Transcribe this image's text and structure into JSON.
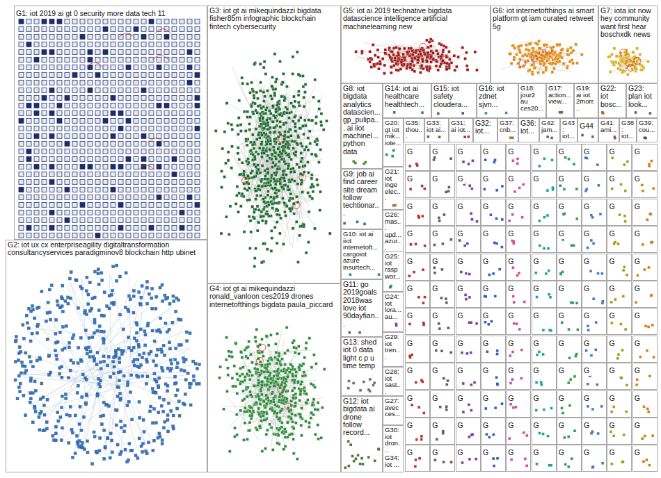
{
  "diagram": {
    "nodes": [
      {
        "text": [
          "G1: iot 2019 ai gt 0 security more data tech 11"
        ]
      },
      {
        "text": [
          "G3: iot gt ai mikequindazzi bigdata fisher85m infographic blockchain fintech cybersecurity"
        ]
      },
      {
        "text": [
          "G5: iot ai 2019 technative bigdata datascience intelligence artificial machinelearning new"
        ]
      },
      {
        "text": [
          "G6: iot internetofthings ai smart platform gt iam curated retweet 5g"
        ]
      },
      {
        "text": [
          "G7: iota iot now hey community want first hear boschxdk news"
        ]
      },
      {
        "text": [
          "G8: iot bigdata analytics datascien... gp_pulipa... ai iiot machinel... python data"
        ]
      },
      {
        "text": [
          "G14: iot ai healthcare healthtech..."
        ]
      },
      {
        "text": [
          "G15: iot safety cloudera..."
        ]
      },
      {
        "text": [
          "G16: iot zdnet sjvn..."
        ]
      },
      {
        "text": [
          "G18: jour2 au ces20..."
        ]
      },
      {
        "text": [
          "G17: action... view..."
        ]
      },
      {
        "text": [
          "G19: ai iot 2morr..."
        ]
      },
      {
        "text": [
          "G22: iot bosc..."
        ]
      },
      {
        "text": [
          "G23: plan iot look..."
        ]
      },
      {
        "text": [
          "G20: gt iot mik... iote..."
        ]
      },
      {
        "text": [
          "G35: thou..."
        ]
      },
      {
        "text": [
          "G33: iot ai..."
        ]
      },
      {
        "text": [
          "G31: ai iot..."
        ]
      },
      {
        "text": [
          "G32: iot..."
        ]
      },
      {
        "text": [
          "G37: cnb..."
        ]
      },
      {
        "text": [
          "G36: iot..."
        ]
      },
      {
        "text": [
          "G42: jam..."
        ]
      },
      {
        "text": [
          "G43: iot..."
        ]
      },
      {
        "text": [
          "G44"
        ]
      },
      {
        "text": [
          "G41: ami..."
        ]
      },
      {
        "text": [
          "G38: iot..."
        ]
      },
      {
        "text": [
          "G39: cou..."
        ]
      },
      {
        "text": [
          "G9: job ai find career site dream follow techtionar..."
        ]
      },
      {
        "text": [
          "G10: iot ai iiot internetoft... cargoiot azure insurtech..."
        ]
      },
      {
        "text": [
          "G11: go 2019goals 2018was love iot 90dayfian..."
        ]
      },
      {
        "text": [
          "G13: shed iot 0 data light c p u time temp"
        ]
      },
      {
        "text": [
          "G12: iot bigdata ai drone follow record..."
        ]
      },
      {
        "text": [
          "G21: iot inge elec..."
        ]
      },
      {
        "text": [
          "G26: mas... upd... azur..."
        ]
      },
      {
        "text": [
          "G25: iot rasp wor..."
        ]
      },
      {
        "text": [
          "G24: iot lora... au..."
        ]
      },
      {
        "text": [
          "G29: iot tren..."
        ]
      },
      {
        "text": [
          "G28: iot sast..."
        ]
      },
      {
        "text": [
          "G27: avec ces..."
        ]
      },
      {
        "text": [
          "G30: iot dron..."
        ]
      },
      {
        "text": [
          "G34: iot ..."
        ]
      },
      {
        "text": [
          "G4: iot gt ai mikequindazzi ronald_vanloon ces2019 drones internetofthings bigdata paula_piccard"
        ]
      },
      {
        "text": [
          "G2: iot ux cx enterpriseagility digitaltransformation consultancyservices paradigminov8 blockchain http ubinet"
        ]
      },
      {
        "text": [
          "G"
        ]
      },
      {
        "text": [
          "G"
        ]
      },
      {
        "text": [
          "G"
        ]
      },
      {
        "text": [
          "G"
        ]
      },
      {
        "text": [
          "G"
        ]
      },
      {
        "text": [
          "G"
        ]
      },
      {
        "text": [
          "G"
        ]
      },
      {
        "text": [
          "G"
        ]
      },
      {
        "text": [
          "G"
        ]
      },
      {
        "text": [
          "G"
        ]
      },
      {
        "text": [
          "G"
        ]
      },
      {
        "text": [
          "G"
        ]
      },
      {
        "text": [
          "G"
        ]
      },
      {
        "text": [
          "G"
        ]
      },
      {
        "text": [
          "G"
        ]
      },
      {
        "text": [
          "G"
        ]
      },
      {
        "text": [
          "G"
        ]
      },
      {
        "text": [
          "G"
        ]
      },
      {
        "text": [
          "G"
        ]
      },
      {
        "text": [
          "G"
        ]
      },
      {
        "text": [
          "G"
        ]
      },
      {
        "text": [
          "G"
        ]
      },
      {
        "text": [
          "G"
        ]
      },
      {
        "text": [
          "G"
        ]
      },
      {
        "text": [
          "G"
        ]
      },
      {
        "text": [
          "G"
        ]
      },
      {
        "text": [
          "G"
        ]
      },
      {
        "text": [
          "G"
        ]
      },
      {
        "text": [
          "G"
        ]
      },
      {
        "text": [
          "G"
        ]
      },
      {
        "text": [
          "G"
        ]
      },
      {
        "text": [
          "G"
        ]
      },
      {
        "text": [
          "G"
        ]
      },
      {
        "text": [
          "G"
        ]
      },
      {
        "text": [
          "G"
        ]
      },
      {
        "text": [
          "G"
        ]
      },
      {
        "text": [
          "G"
        ]
      },
      {
        "text": [
          "G"
        ]
      },
      {
        "text": [
          "G"
        ]
      },
      {
        "text": [
          "G"
        ]
      },
      {
        "text": [
          "G"
        ]
      },
      {
        "text": [
          "G"
        ]
      },
      {
        "text": [
          "G"
        ]
      },
      {
        "text": [
          "G"
        ]
      },
      {
        "text": [
          "G"
        ]
      },
      {
        "text": [
          "G"
        ]
      },
      {
        "text": [
          "G"
        ]
      },
      {
        "text": [
          "G"
        ]
      },
      {
        "text": [
          "G"
        ]
      },
      {
        "text": [
          "G"
        ]
      },
      {
        "text": [
          "G"
        ]
      },
      {
        "text": [
          "G"
        ]
      },
      {
        "text": [
          "G"
        ]
      },
      {
        "text": [
          "G"
        ]
      },
      {
        "text": [
          "G"
        ]
      },
      {
        "text": [
          "G"
        ]
      },
      {
        "text": [
          "G"
        ]
      },
      {
        "text": [
          "G"
        ]
      },
      {
        "text": [
          "G"
        ]
      },
      {
        "text": [
          "G"
        ]
      },
      {
        "text": [
          "G"
        ]
      },
      {
        "text": [
          "G"
        ]
      },
      {
        "text": [
          "G"
        ]
      },
      {
        "text": [
          "G"
        ]
      },
      {
        "text": [
          "G"
        ]
      },
      {
        "text": [
          "G"
        ]
      },
      {
        "text": [
          "G"
        ]
      },
      {
        "text": [
          "G"
        ]
      },
      {
        "text": [
          "G"
        ]
      },
      {
        "text": [
          "G"
        ]
      },
      {
        "text": [
          "G"
        ]
      },
      {
        "text": [
          "G"
        ]
      },
      {
        "text": [
          "G"
        ]
      },
      {
        "text": [
          "G"
        ]
      },
      {
        "text": [
          "G"
        ]
      },
      {
        "text": [
          "G"
        ]
      },
      {
        "text": [
          "G"
        ]
      },
      {
        "text": [
          "G"
        ]
      },
      {
        "text": [
          "G"
        ]
      },
      {
        "text": [
          "G"
        ]
      },
      {
        "text": [
          "G"
        ]
      },
      {
        "text": [
          "G"
        ]
      },
      {
        "text": [
          "G"
        ]
      },
      {
        "text": [
          "G"
        ]
      },
      {
        "text": [
          "G"
        ]
      },
      {
        "text": [
          "G"
        ]
      },
      {
        "text": [
          "G"
        ]
      },
      {
        "text": [
          "G"
        ]
      },
      {
        "text": [
          "G"
        ]
      },
      {
        "text": [
          "G"
        ]
      },
      {
        "text": [
          "G"
        ]
      },
      {
        "text": [
          "G"
        ]
      },
      {
        "text": [
          "G"
        ]
      },
      {
        "text": [
          "G"
        ]
      },
      {
        "text": [
          "G"
        ]
      },
      {
        "text": [
          "G"
        ]
      },
      {
        "text": [
          "G"
        ]
      },
      {
        "text": [
          "G"
        ]
      },
      {
        "text": [
          "G"
        ]
      },
      {
        "text": [
          "G"
        ]
      },
      {
        "text": [
          "G"
        ]
      },
      {
        "text": [
          "G"
        ]
      },
      {
        "text": [
          "G"
        ]
      },
      {
        "text": [
          "G"
        ]
      },
      {
        "text": [
          "G"
        ]
      },
      {
        "text": [
          "G"
        ]
      },
      {
        "text": [
          "G"
        ]
      },
      {
        "text": [
          "G"
        ]
      },
      {
        "text": [
          "G"
        ]
      },
      {
        "text": [
          "G"
        ]
      },
      {
        "text": [
          "G"
        ]
      },
      {
        "text": [
          "G"
        ]
      },
      {
        "text": [
          "G"
        ]
      },
      {
        "text": [
          "G"
        ]
      },
      {
        "text": [
          "G"
        ]
      },
      {
        "text": [
          "G"
        ]
      },
      {
        "text": [
          "G"
        ]
      },
      {
        "text": [
          "G"
        ]
      },
      {
        "text": [
          "G"
        ]
      },
      {
        "text": [
          "G"
        ]
      }
    ]
  }
}
